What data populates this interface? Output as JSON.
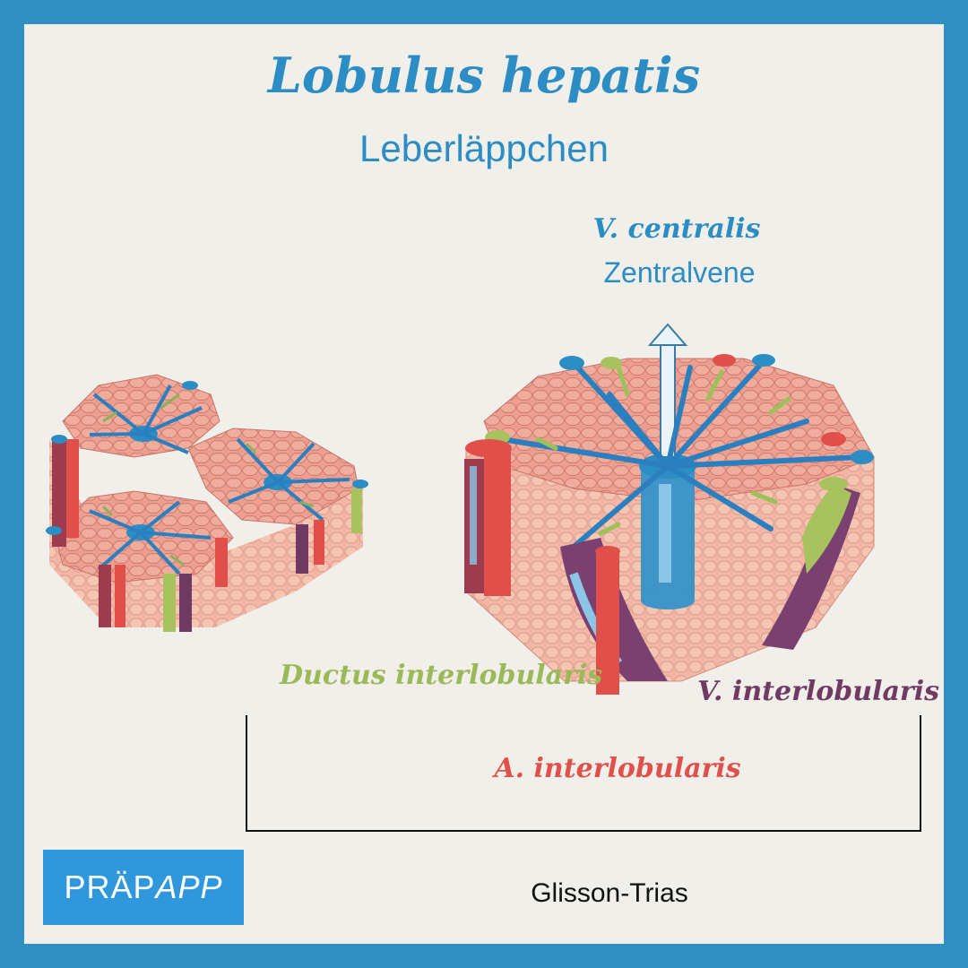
{
  "title": {
    "latin": "Lobulus hepatis",
    "german": "Leberläppchen"
  },
  "labels": {
    "v_centralis_latin": "V. centralis",
    "v_centralis_german": "Zentralvene",
    "ductus_interlobularis": "Ductus interlobularis",
    "v_interlobularis": "V. interlobularis",
    "a_interlobularis": "A. interlobularis",
    "glisson_trias": "Glisson-Trias"
  },
  "logo": {
    "part1": "PRÄP",
    "part2": "APP"
  },
  "colors": {
    "frame": "#2f8fc0",
    "background": "#f1efe9",
    "blue_title": "#2b8dc4",
    "green_ductus": "#9cb95a",
    "purple_vein": "#6f3b63",
    "red_artery": "#e0504c",
    "tissue_pink": "#e89a88"
  }
}
